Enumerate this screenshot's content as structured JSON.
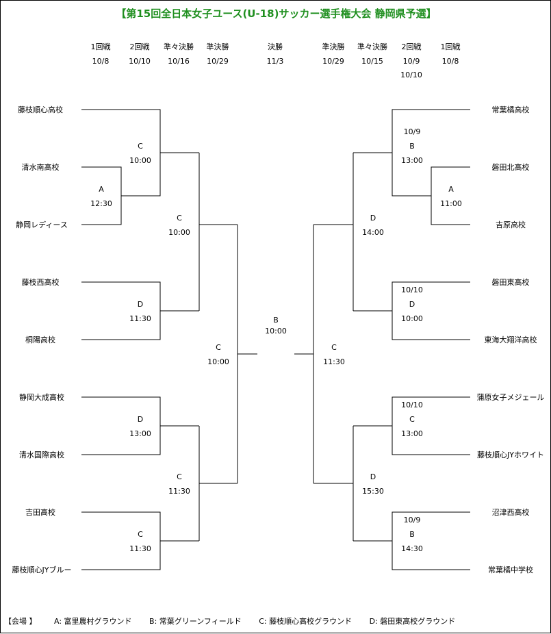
{
  "title": "【第15回全日本女子ユース(U-18)サッカー選手権大会 静岡県予選】",
  "rounds_left": [
    {
      "name": "1回戦",
      "date": "10/8"
    },
    {
      "name": "2回戦",
      "date": "10/10"
    },
    {
      "name": "準々決勝",
      "date": "10/16"
    },
    {
      "name": "準決勝",
      "date": "10/29"
    }
  ],
  "final_round": {
    "name": "決勝",
    "date": "11/3"
  },
  "rounds_right": [
    {
      "name": "準決勝",
      "date": "10/29"
    },
    {
      "name": "準々決勝",
      "date": "10/15"
    },
    {
      "name": "2回戦",
      "date": "10/9",
      "date2": "10/10"
    },
    {
      "name": "1回戦",
      "date": "10/8"
    }
  ],
  "teams_left": [
    "藤枝順心高校",
    "清水南高校",
    "静岡レディース",
    "藤枝西高校",
    "桐陽高校",
    "静岡大成高校",
    "清水国際高校",
    "吉田高校",
    "藤枝順心JYブルー"
  ],
  "teams_right": [
    "常葉橘高校",
    "磐田北高校",
    "吉原高校",
    "磐田東高校",
    "東海大翔洋高校",
    "蒲原女子メジェール",
    "藤枝順心JYホワイト",
    "沼津西高校",
    "常葉橘中学校"
  ],
  "matches": {
    "l1": {
      "venue": "A",
      "time": "12:30"
    },
    "l2": {
      "venue": "C",
      "time": "10:00"
    },
    "l3": {
      "venue": "D",
      "time": "11:30"
    },
    "l4": {
      "venue": "D",
      "time": "13:00"
    },
    "l5": {
      "venue": "C",
      "time": "11:30"
    },
    "l6": {
      "venue": "C",
      "time": "10:00"
    },
    "l7": {
      "venue": "C",
      "time": "11:30"
    },
    "l8": {
      "venue": "C",
      "time": "10:00"
    },
    "final": {
      "venue": "B",
      "time": "10:00"
    },
    "r8": {
      "venue": "C",
      "time": "11:30"
    },
    "r6": {
      "venue": "D",
      "time": "14:00"
    },
    "r7": {
      "venue": "D",
      "time": "15:30"
    },
    "r2": {
      "date": "10/9",
      "venue": "B",
      "time": "13:00"
    },
    "r1": {
      "venue": "A",
      "time": "11:00"
    },
    "r3": {
      "date": "10/10",
      "venue": "D",
      "time": "10:00"
    },
    "r4": {
      "date": "10/10",
      "venue": "C",
      "time": "13:00"
    },
    "r5": {
      "date": "10/9",
      "venue": "B",
      "time": "14:30"
    }
  },
  "venues": {
    "label": "【会場 】",
    "items": [
      "A: 富里農村グラウンド",
      "B: 常葉グリーンフィールド",
      "C: 藤枝順心高校グラウンド",
      "D: 磐田東高校グラウンド"
    ]
  }
}
